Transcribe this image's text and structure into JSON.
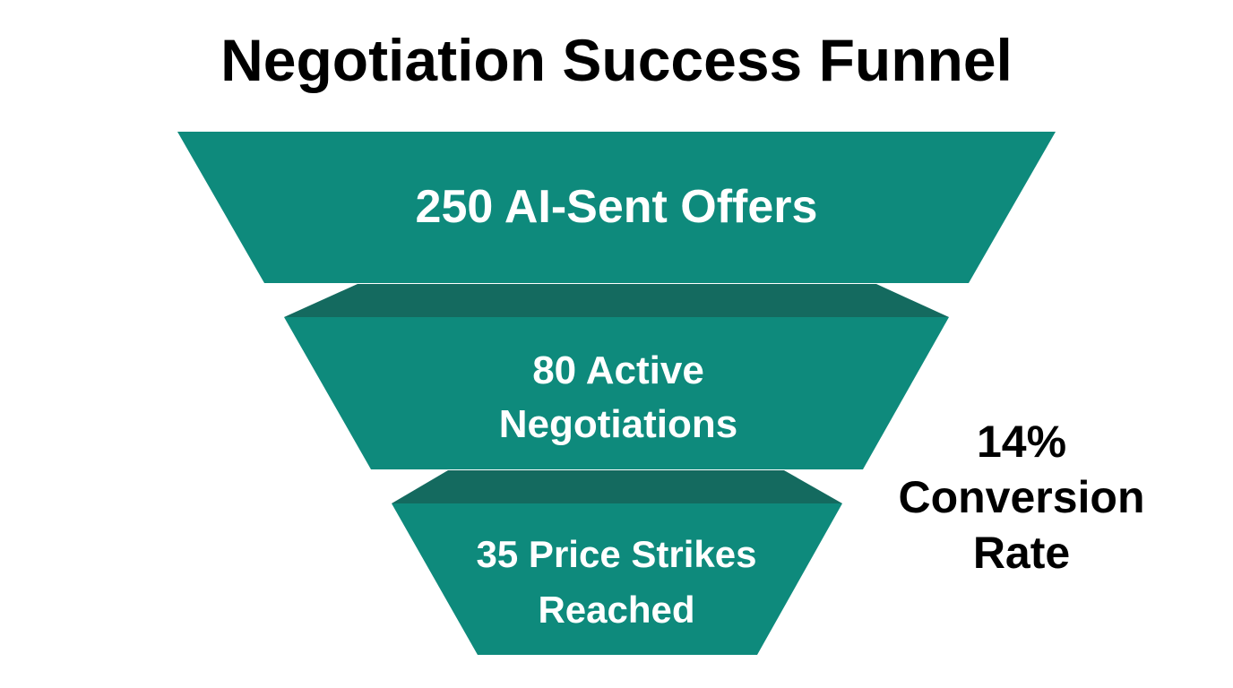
{
  "title": "Negotiation Success Funnel",
  "colors": {
    "stage_fill": "#0e8a7c",
    "stage_shadow": "#146a5f",
    "label_text": "#ffffff",
    "annotation_text": "#000000",
    "background": "#ffffff"
  },
  "stages": [
    {
      "value": 250,
      "label_lines": [
        "250 AI-Sent Offers"
      ]
    },
    {
      "value": 80,
      "label_lines": [
        "80 Active",
        "Negotiations"
      ]
    },
    {
      "value": 35,
      "label_lines": [
        "35 Price Strikes",
        "Reached"
      ]
    }
  ],
  "annotation": {
    "lines": [
      "14%",
      "Conversion",
      "Rate"
    ]
  },
  "chart_data": {
    "type": "funnel",
    "title": "Negotiation Success Funnel",
    "categories": [
      "AI-Sent Offers",
      "Active Negotiations",
      "Price Strikes Reached"
    ],
    "values": [
      250,
      80,
      35
    ],
    "annotations": [
      {
        "text": "14% Conversion Rate",
        "value": 14,
        "unit": "%",
        "position": "right of funnel, near lower stages"
      }
    ],
    "legend": null,
    "grid": false
  }
}
